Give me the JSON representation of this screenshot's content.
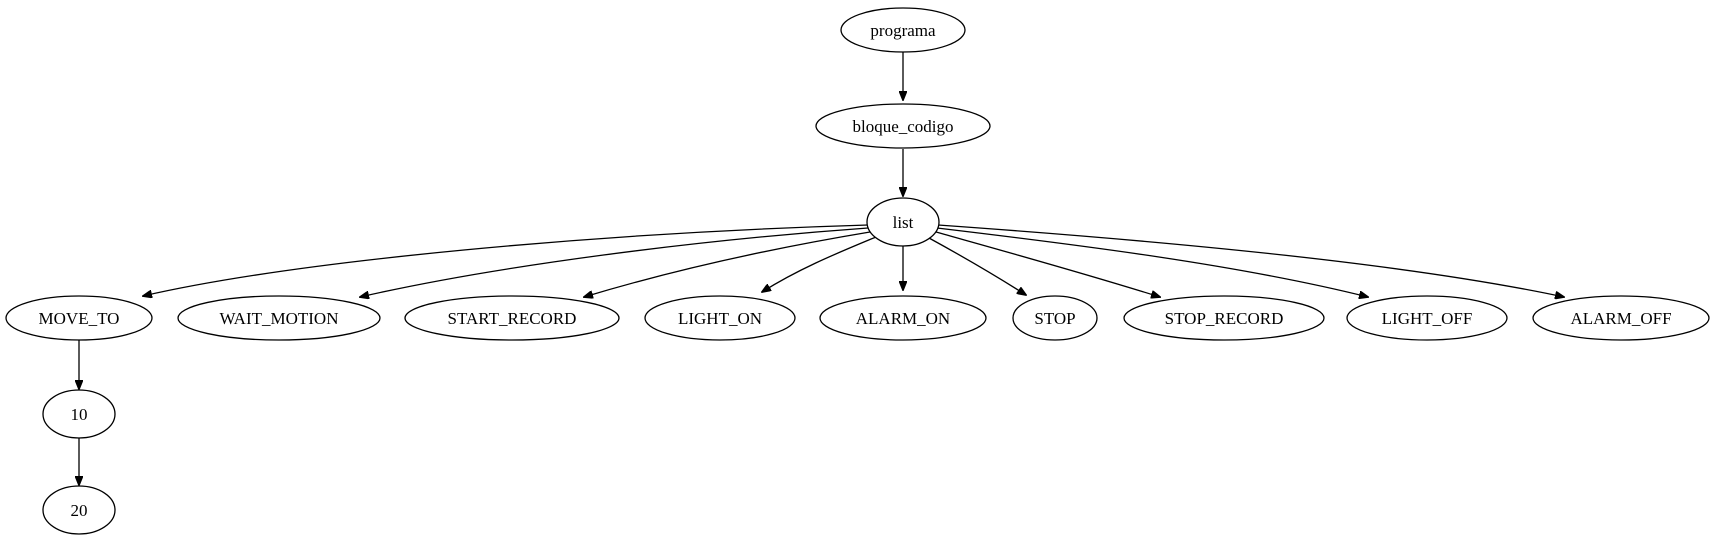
{
  "graph": {
    "nodes": {
      "programa": "programa",
      "bloque_codigo": "bloque_codigo",
      "list": "list",
      "move_to": "MOVE_TO",
      "wait_motion": "WAIT_MOTION",
      "start_record": "START_RECORD",
      "light_on": "LIGHT_ON",
      "alarm_on": "ALARM_ON",
      "stop": "STOP",
      "stop_record": "STOP_RECORD",
      "light_off": "LIGHT_OFF",
      "alarm_off": "ALARM_OFF",
      "num_10": "10",
      "num_20": "20"
    },
    "edges": [
      [
        "programa",
        "bloque_codigo"
      ],
      [
        "bloque_codigo",
        "list"
      ],
      [
        "list",
        "move_to"
      ],
      [
        "list",
        "wait_motion"
      ],
      [
        "list",
        "start_record"
      ],
      [
        "list",
        "light_on"
      ],
      [
        "list",
        "alarm_on"
      ],
      [
        "list",
        "stop"
      ],
      [
        "list",
        "stop_record"
      ],
      [
        "list",
        "light_off"
      ],
      [
        "list",
        "alarm_off"
      ],
      [
        "move_to",
        "num_10"
      ],
      [
        "num_10",
        "num_20"
      ]
    ]
  }
}
